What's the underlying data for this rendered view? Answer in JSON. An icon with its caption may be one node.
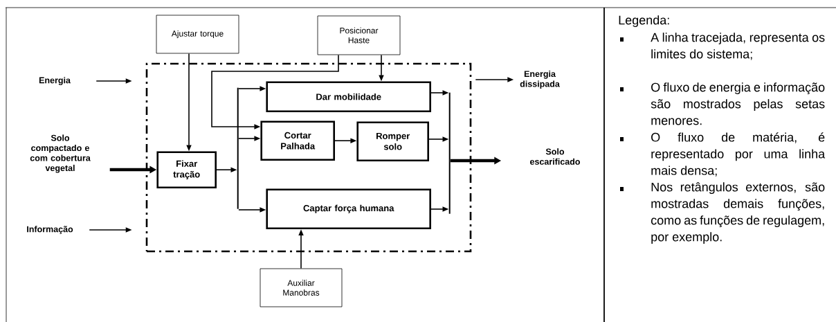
{
  "diagram": {
    "nodes": [
      {
        "text": [],
        "shape": "box"
      },
      {
        "text": [
          "Ajustar torque"
        ]
      },
      {
        "text": [
          "Posicionar Haste"
        ]
      },
      {
        "text": [
          "Energia"
        ]
      },
      {
        "text": [
          "Solo compactado e com cobertura vegetal"
        ]
      },
      {
        "text": [
          "Informação"
        ]
      },
      {
        "text": [
          "Fixar tração"
        ],
        "in": 0
      },
      {
        "text": [],
        "shape": "bar",
        "in": 0
      },
      {
        "text": [
          "Dar mobilidade"
        ],
        "in": 0
      },
      {
        "text": [
          "Cortar Palhada"
        ],
        "in": 0
      },
      {
        "text": [
          "Romper solo"
        ],
        "in": 0
      },
      {
        "text": [
          "Captar força humana"
        ],
        "in": 0
      },
      {
        "text": [],
        "shape": "bar",
        "in": 0
      },
      {
        "text": [
          "Energia dissipada"
        ]
      },
      {
        "text": [
          "Solo escarificado"
        ]
      },
      {
        "text": [
          "Auxiliar Manobras"
        ]
      }
    ],
    "edges": [
      {
        "from": 3,
        "to": 0,
        "arrow": "to"
      },
      {
        "from": 5,
        "to": 0,
        "arrow": "to"
      },
      {
        "from": 4,
        "to": 6,
        "arrow": "to",
        "style": "thick"
      },
      {
        "from": 1,
        "to": 6,
        "arrow": "to"
      },
      {
        "from": 2,
        "to": 8,
        "arrow": "to"
      },
      {
        "from": 2,
        "to": 9,
        "arrow": "to"
      },
      {
        "from": 6,
        "to": 7,
        "arrow": "to"
      },
      {
        "from": 7,
        "to": 8,
        "arrow": "to"
      },
      {
        "from": 7,
        "to": 9,
        "arrow": "to"
      },
      {
        "from": 7,
        "to": 11,
        "arrow": "to"
      },
      {
        "from": 9,
        "to": 10,
        "arrow": "to"
      },
      {
        "from": 8,
        "to": 12,
        "arrow": "to"
      },
      {
        "from": 10,
        "to": 12,
        "arrow": "to"
      },
      {
        "from": 11,
        "to": 12,
        "arrow": "to"
      },
      {
        "from": 12,
        "to": 14,
        "arrow": "to",
        "style": "thick"
      },
      {
        "from": 0,
        "to": 13,
        "arrow": "to"
      },
      {
        "from": 15,
        "to": 11,
        "arrow": "to"
      }
    ],
    "labels": [
      "Legenda:",
      "A linha tracejada, representa os limites do sistema;",
      "O fluxo de energia e informação são mostrados pelas setas menores.",
      "O fluxo de matéria, é representado por uma linha mais densa;",
      "Nos retângulos externos, são mostradas demais funções, como as funções de regulagem, por exemplo."
    ]
  }
}
